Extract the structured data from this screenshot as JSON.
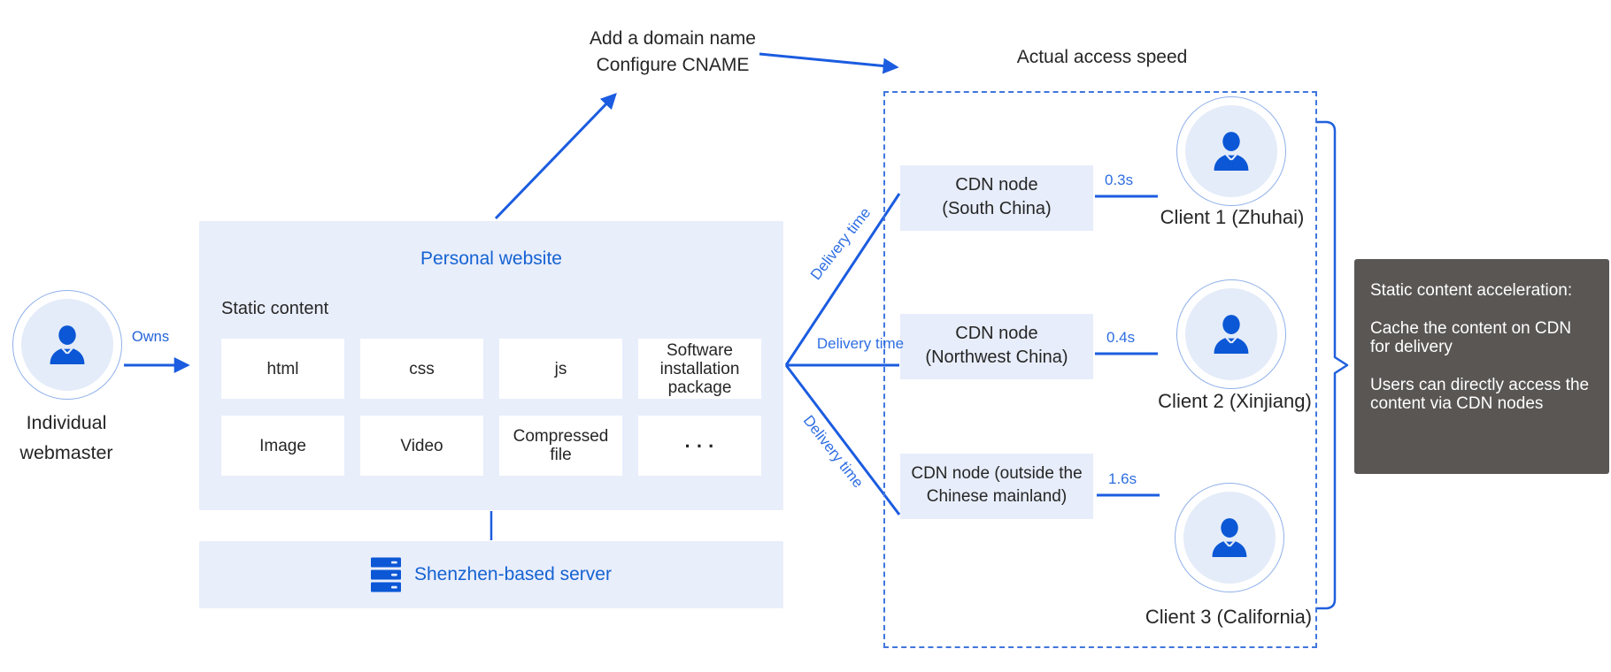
{
  "colors": {
    "accent_blue": "#1b5ce0",
    "link_blue": "#1563d2",
    "light_panel": "#e9eefb",
    "node_panel": "#e7edfa",
    "avatar_fill": "#e4ecf9",
    "avatar_ring": "#8fb0ea",
    "dashed_border": "#4076dd",
    "note_bg": "#595654",
    "note_text": "#ffffff",
    "text_dark": "#262626"
  },
  "webmaster": {
    "label_line1": "Individual",
    "label_line2": "webmaster",
    "owns_label": "Owns",
    "avatar_icon": "person-icon"
  },
  "website": {
    "title": "Personal website",
    "subtitle": "Static content",
    "items": [
      "html",
      "css",
      "js",
      "Software installation package",
      "Image",
      "Video",
      "Compressed file",
      "···"
    ]
  },
  "server": {
    "label": "Shenzhen-based server",
    "icon": "server-icon"
  },
  "cname_note": {
    "line1": "Add a domain name",
    "line2": "Configure CNAME"
  },
  "access_panel": {
    "title": "Actual access speed",
    "rows": [
      {
        "node_line1": "CDN node",
        "node_line2": "(South China)",
        "time": "0.3s",
        "client": "Client 1 (Zhuhai)"
      },
      {
        "node_line1": "CDN node",
        "node_line2": "(Northwest China)",
        "time": "0.4s",
        "client": "Client 2 (Xinjiang)"
      },
      {
        "node_line1": "CDN node (outside the",
        "node_line2": "Chinese mainland)",
        "time": "1.6s",
        "client": "Client 3 (California)"
      }
    ]
  },
  "delivery_labels": {
    "top": "Delivery time",
    "middle": "Delivery time",
    "bottom": "Delivery time"
  },
  "note": {
    "paragraphs": [
      "Static content acceleration:",
      "Cache the content on CDN for delivery",
      "Users can directly access the content via CDN nodes"
    ]
  }
}
